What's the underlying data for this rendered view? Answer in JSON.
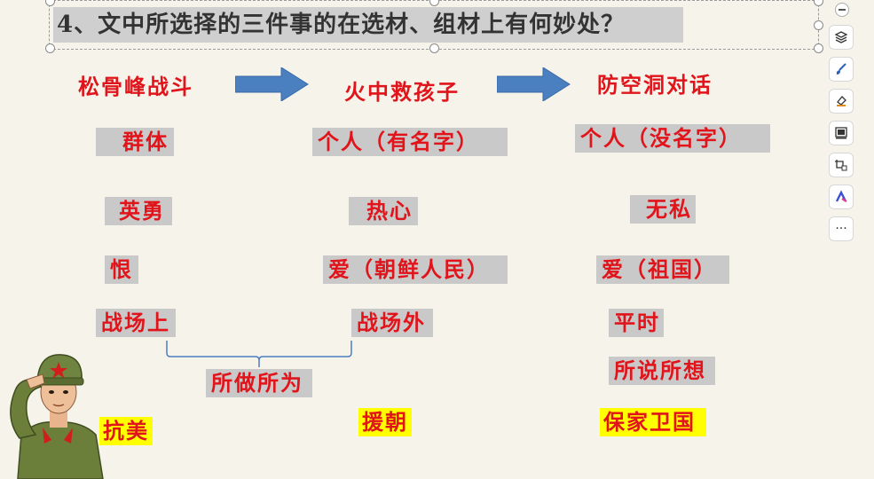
{
  "title": "4、文中所选择的三件事的在选材、组材上有何妙处？",
  "events": {
    "e1": "松骨峰战斗",
    "e2": "火中救孩子",
    "e3": "防空洞对话"
  },
  "rows": {
    "subject": [
      "群体",
      "个人（有名字）",
      "个人（没名字）"
    ],
    "quality": [
      "英勇",
      "热心",
      "无私"
    ],
    "emotion": [
      "恨",
      "爱（朝鲜人民）",
      "爱（祖国）"
    ],
    "place": [
      "战场上",
      "战场外",
      "平时"
    ]
  },
  "combined": {
    "deeds": "所做所为",
    "words": "所说所想"
  },
  "slogan": [
    "抗美",
    "援朝",
    "保家卫国"
  ],
  "colors": {
    "text_red": "#e0141a",
    "highlight_grey": "#c9c9c9",
    "highlight_yellow": "#ffff00",
    "arrow_blue": "#4a7fc0"
  },
  "toolbar_icons": [
    "minimize-icon",
    "layers-icon",
    "brush-icon",
    "eraser-icon",
    "screen-icon",
    "screenshot-icon",
    "app-logo-icon",
    "more-icon"
  ],
  "toolbar_more_label": "···"
}
